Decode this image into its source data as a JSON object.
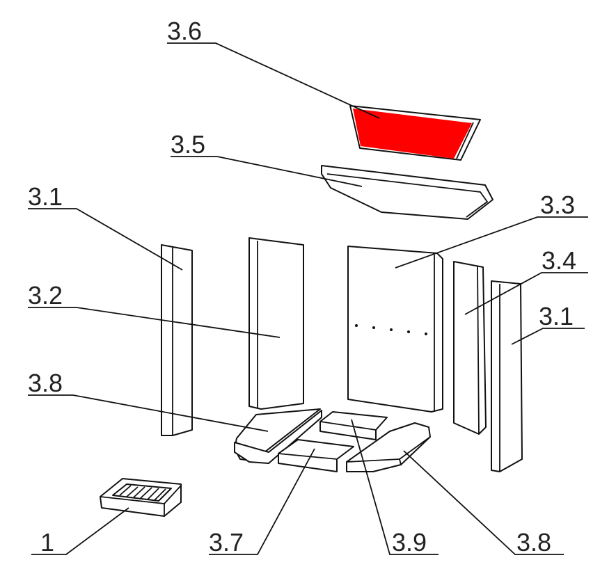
{
  "colors": {
    "highlight": "#ff0000",
    "line": "#111111"
  },
  "labels": {
    "part_3_6": "3.6",
    "part_3_5": "3.5",
    "part_3_1_left": "3.1",
    "part_3_3": "3.3",
    "part_3_4": "3.4",
    "part_3_2": "3.2",
    "part_3_1_right": "3.1",
    "part_3_8_left": "3.8",
    "part_1": "1",
    "part_3_7": "3.7",
    "part_3_9": "3.9",
    "part_3_8_right": "3.8"
  }
}
